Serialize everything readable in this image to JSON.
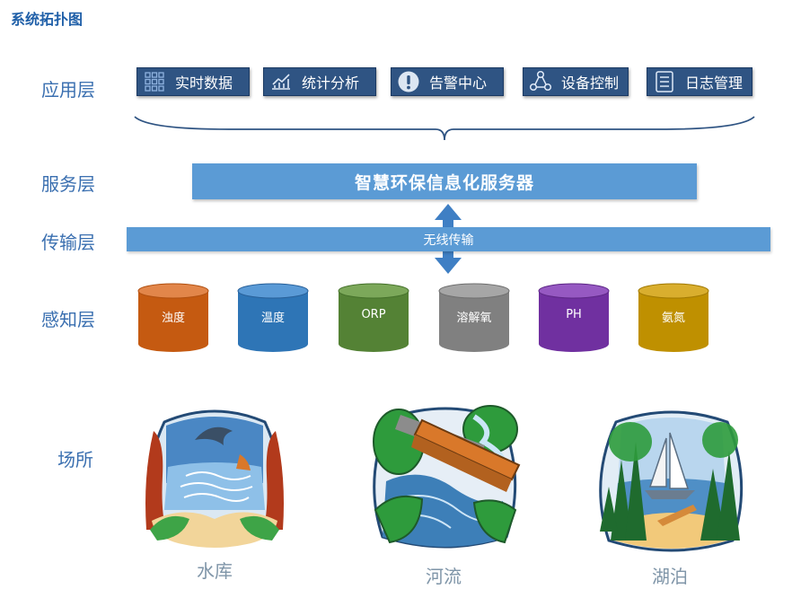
{
  "page": {
    "title": "系统拓扑图"
  },
  "layers": {
    "app": "应用层",
    "service": "服务层",
    "transport": "传输层",
    "sensing": "感知层",
    "site": "场所"
  },
  "app_buttons": [
    {
      "label": "实时数据",
      "icon": "grid-icon"
    },
    {
      "label": "统计分析",
      "icon": "chart-icon"
    },
    {
      "label": "告警中心",
      "icon": "alert-icon"
    },
    {
      "label": "设备控制",
      "icon": "network-icon"
    },
    {
      "label": "日志管理",
      "icon": "list-icon"
    }
  ],
  "server": {
    "label": "智慧环保信息化服务器"
  },
  "transport": {
    "label": "无线传输"
  },
  "sensors": [
    {
      "label": "浊度",
      "color": "#c55a11"
    },
    {
      "label": "温度",
      "color": "#2e75b6"
    },
    {
      "label": "ORP",
      "color": "#548235"
    },
    {
      "label": "溶解氧",
      "color": "#808080"
    },
    {
      "label": "PH",
      "color": "#7030a0"
    },
    {
      "label": "氨氮",
      "color": "#bf9000"
    }
  ],
  "sites": [
    {
      "label": "水库",
      "icon": "reservoir-icon"
    },
    {
      "label": "河流",
      "icon": "river-icon"
    },
    {
      "label": "湖泊",
      "icon": "lake-icon"
    }
  ],
  "colors": {
    "accent": "#5b9bd5",
    "button": "#2f5483",
    "label": "#3a6fb0"
  }
}
